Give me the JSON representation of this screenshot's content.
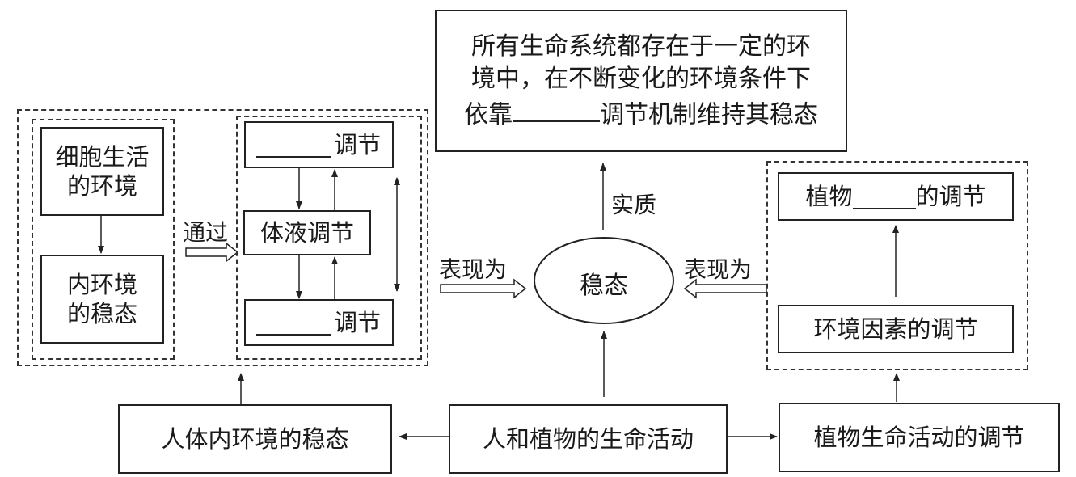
{
  "top_box": {
    "line1": "所有生命系统都存在于一定的环",
    "line2": "境中，在不断变化的环境条件下",
    "line3_pre": "依靠",
    "line3_post": "调节机制维持其稳态"
  },
  "left_group": {
    "cell_env": {
      "line1": "细胞生活",
      "line2": "的环境"
    },
    "inner_homeostasis": {
      "line1": "内环境",
      "line2": "的稳态"
    },
    "via_label": "通过",
    "top_regulation_suffix": "调节",
    "humoral_regulation": "体液调节",
    "bottom_regulation_suffix": "调节"
  },
  "center": {
    "homeostasis": "稳态",
    "essence_label": "实质",
    "left_manifest_label": "表现为",
    "right_manifest_label": "表现为"
  },
  "right_group": {
    "plant_regulation_pre": "植物",
    "plant_regulation_post": "的调节",
    "env_factor_regulation": "环境因素的调节"
  },
  "bottom_row": {
    "human_homeostasis": "人体内环境的稳态",
    "life_activities": "人和植物的生命活动",
    "plant_life_regulation": "植物生命活动的调节"
  }
}
